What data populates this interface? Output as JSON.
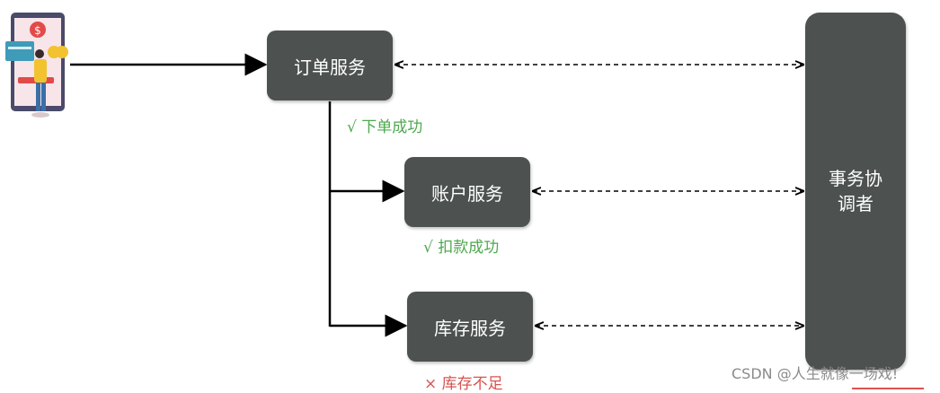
{
  "nodes": {
    "order": "订单服务",
    "account": "账户服务",
    "inventory": "库存服务",
    "coordinator": "事务协\n调者"
  },
  "labels": {
    "order_ok": "√ 下单成功",
    "account_ok": "√ 扣款成功",
    "inventory_fail": "× 库存不足"
  },
  "watermark": "CSDN @人生就像一场戏!",
  "colors": {
    "box": "#4d5251",
    "success": "#4ea84e",
    "failure": "#d9534f"
  },
  "icons": {
    "user": "phone-payment-user-icon"
  }
}
